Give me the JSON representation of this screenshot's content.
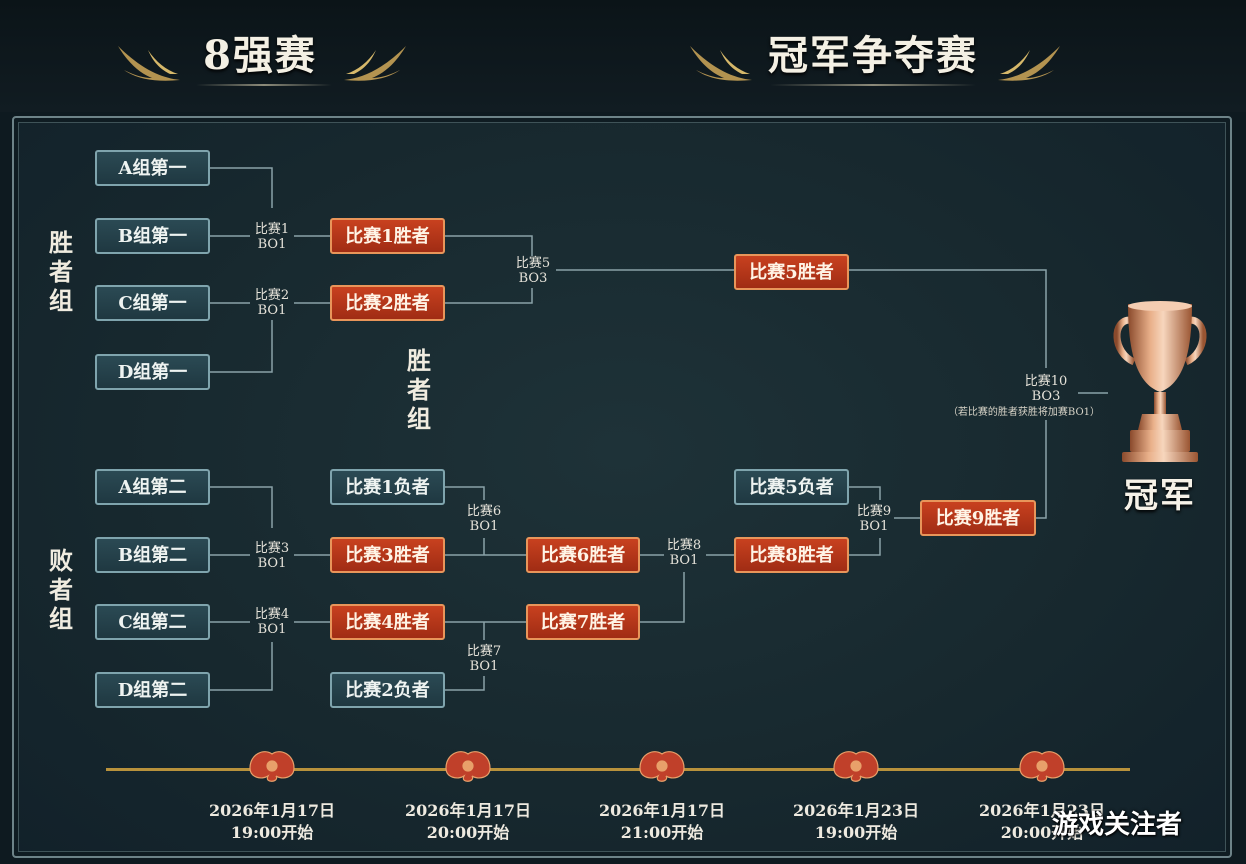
{
  "headers": {
    "round_of_8": "8强赛",
    "championship": "冠军争夺赛"
  },
  "groups": {
    "winners_bracket": [
      "胜",
      "者",
      "组"
    ],
    "losers_bracket": [
      "败",
      "者",
      "组"
    ],
    "winners_bracket_mid": [
      "胜",
      "者",
      "组"
    ]
  },
  "teams": {
    "a1": "A组第一",
    "b1": "B组第一",
    "c1": "C组第一",
    "d1": "D组第一",
    "a2": "A组第二",
    "b2": "B组第二",
    "c2": "C组第二",
    "d2": "D组第二"
  },
  "results": {
    "w1": "比赛1胜者",
    "w2": "比赛2胜者",
    "w5": "比赛5胜者",
    "l1": "比赛1负者",
    "w3": "比赛3胜者",
    "w4": "比赛4胜者",
    "l2": "比赛2负者",
    "w6": "比赛6胜者",
    "w7": "比赛7胜者",
    "l5": "比赛5负者",
    "w8": "比赛8胜者",
    "w9": "比赛9胜者"
  },
  "matches": {
    "m1": {
      "name": "比赛1",
      "format": "BO1"
    },
    "m2": {
      "name": "比赛2",
      "format": "BO1"
    },
    "m3": {
      "name": "比赛3",
      "format": "BO1"
    },
    "m4": {
      "name": "比赛4",
      "format": "BO1"
    },
    "m5": {
      "name": "比赛5",
      "format": "BO3"
    },
    "m6": {
      "name": "比赛6",
      "format": "BO1"
    },
    "m7": {
      "name": "比赛7",
      "format": "BO1"
    },
    "m8": {
      "name": "比赛8",
      "format": "BO1"
    },
    "m9": {
      "name": "比赛9",
      "format": "BO1"
    },
    "m10": {
      "name": "比赛10",
      "format": "BO3",
      "note": "（若比赛的胜者获胜将加赛BO1）"
    }
  },
  "champion": "冠军",
  "timeline": [
    {
      "date": "2026年1月17日",
      "time": "19:00开始"
    },
    {
      "date": "2026年1月17日",
      "time": "20:00开始"
    },
    {
      "date": "2026年1月17日",
      "time": "21:00开始"
    },
    {
      "date": "2026年1月23日",
      "time": "19:00开始"
    },
    {
      "date": "2026年1月23日",
      "time": "20:00开始"
    }
  ],
  "watermark": "游戏关注者",
  "colors": {
    "team_box": "#2b4a54",
    "winner_box": "#c8411f",
    "line": "#8aa2a8",
    "timeline_gold": "#b8923c"
  }
}
